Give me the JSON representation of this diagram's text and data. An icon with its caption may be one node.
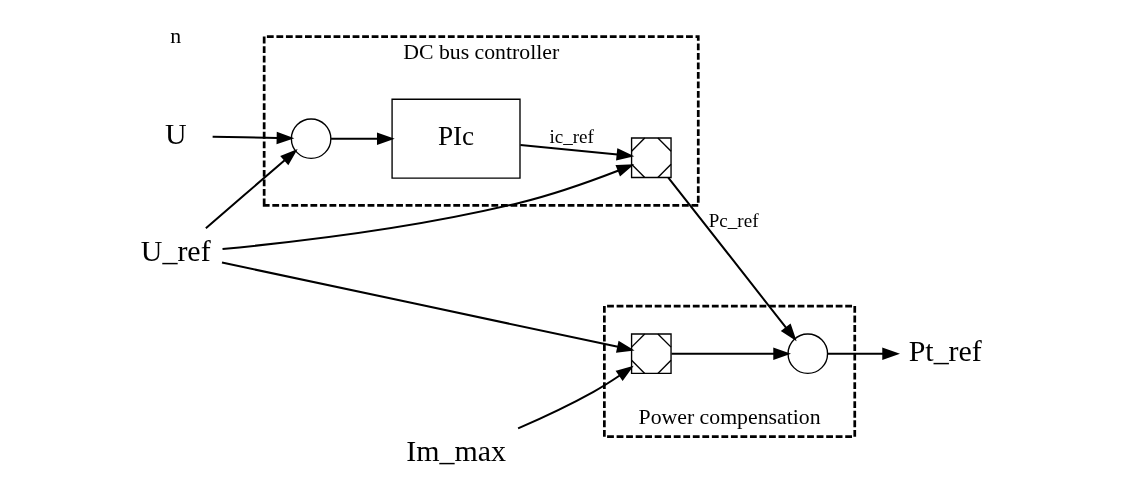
{
  "diagram": {
    "nodes": [
      {
        "text": [
          "DC bus controller"
        ]
      },
      {
        "text": [
          "Power compensation"
        ]
      },
      {
        "text": [
          "U_ref"
        ]
      },
      {
        "text": [],
        "shape": "circle",
        "in": 0
      },
      {
        "text": [
          "PIc"
        ],
        "in": 0
      },
      {
        "text": [],
        "shape": "box",
        "in": 0
      },
      {
        "text": [],
        "shape": "box",
        "in": 1
      },
      {
        "text": [],
        "shape": "circle",
        "in": 1
      },
      {
        "text": [
          "U"
        ]
      },
      {
        "text": [
          "Im_max"
        ]
      },
      {
        "text": [
          "Pt_ref"
        ]
      }
    ],
    "edges": [
      {
        "from": 2,
        "to": 3,
        "arrow": "to"
      },
      {
        "from": 2,
        "to": 6,
        "arrow": "to"
      },
      {
        "from": 2,
        "to": 5,
        "arrow": "to"
      },
      {
        "from": 8,
        "to": 3,
        "arrow": "to"
      },
      {
        "from": 3,
        "to": 4,
        "arrow": "to"
      },
      {
        "from": 4,
        "to": 5,
        "arrow": "to",
        "label": "ic_ref"
      },
      {
        "from": 5,
        "to": 7,
        "arrow": "to",
        "label": "Pc_ref"
      },
      {
        "from": 9,
        "to": 6,
        "arrow": "to"
      },
      {
        "from": 6,
        "to": 7,
        "arrow": "to"
      },
      {
        "from": 7,
        "to": 10,
        "arrow": "to"
      }
    ],
    "labels": [
      "n"
    ]
  }
}
